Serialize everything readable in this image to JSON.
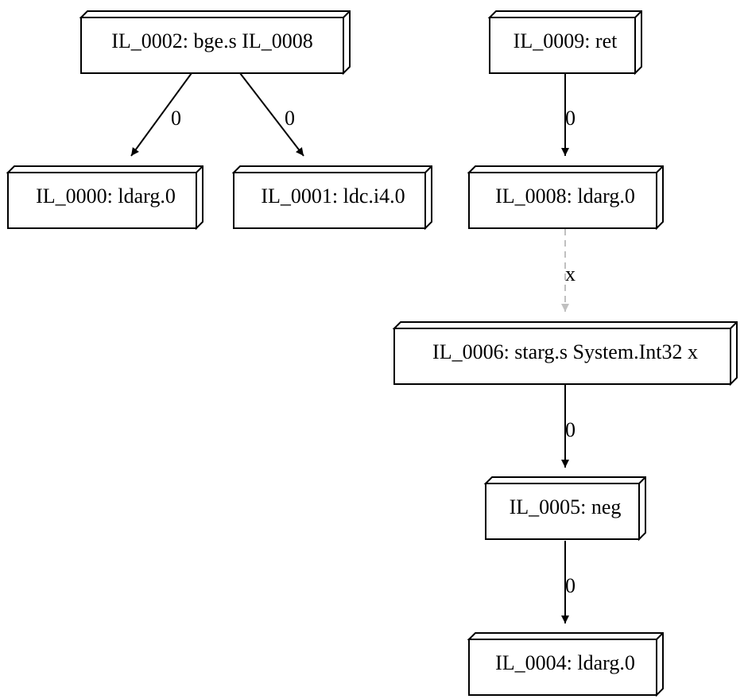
{
  "nodes": {
    "n0002": "IL_0002: bge.s IL_0008",
    "n0000": "IL_0000: ldarg.0",
    "n0001": "IL_0001: ldc.i4.0",
    "n0009": "IL_0009: ret",
    "n0008": "IL_0008: ldarg.0",
    "n0006": "IL_0006: starg.s System.Int32 x",
    "n0005": "IL_0005: neg",
    "n0004": "IL_0004: ldarg.0"
  },
  "edges": [
    {
      "from": "IL_0002: bge.s IL_0008",
      "to": "IL_0000: ldarg.0",
      "label": "0",
      "style": "solid",
      "color": "#000000"
    },
    {
      "from": "IL_0002: bge.s IL_0008",
      "to": "IL_0001: ldc.i4.0",
      "label": "0",
      "style": "solid",
      "color": "#000000"
    },
    {
      "from": "IL_0009: ret",
      "to": "IL_0008: ldarg.0",
      "label": "0",
      "style": "solid",
      "color": "#000000"
    },
    {
      "from": "IL_0008: ldarg.0",
      "to": "IL_0006: starg.s System.Int32 x",
      "label": "x",
      "style": "dashed",
      "color": "#c0c0c0"
    },
    {
      "from": "IL_0006: starg.s System.Int32 x",
      "to": "IL_0005: neg",
      "label": "0",
      "style": "solid",
      "color": "#000000"
    },
    {
      "from": "IL_0005: neg",
      "to": "IL_0004: ldarg.0",
      "label": "0",
      "style": "solid",
      "color": "#000000"
    }
  ]
}
